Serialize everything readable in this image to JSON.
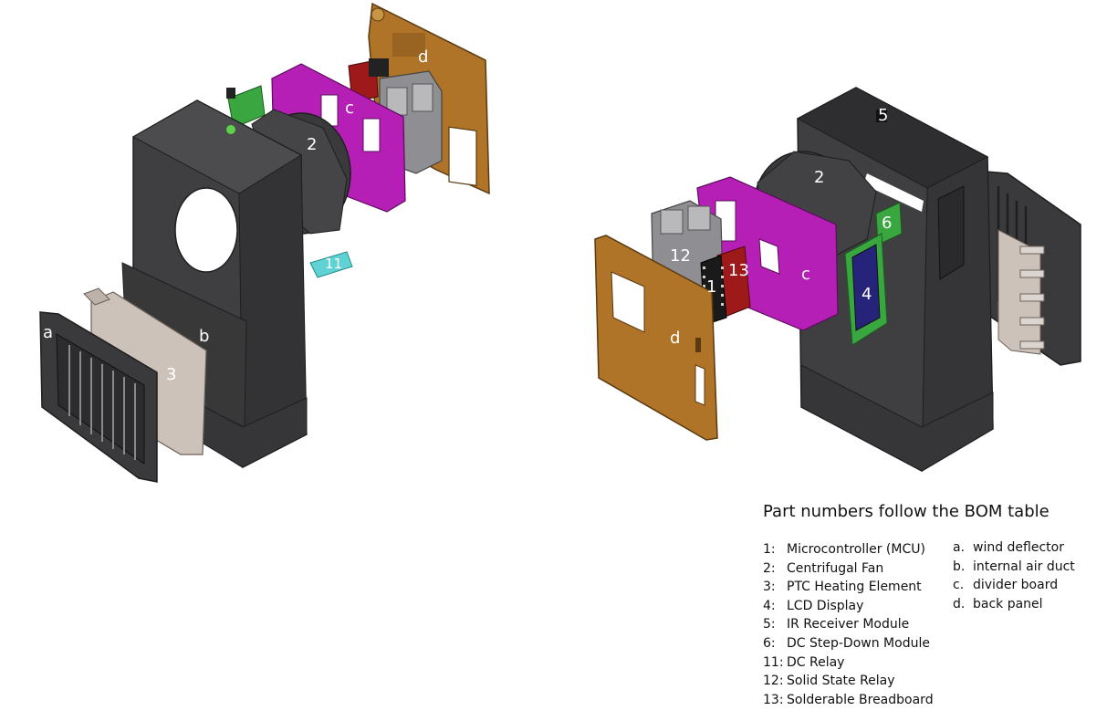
{
  "colors": {
    "housing": "#3f3f41",
    "housing_edge": "#1e1e1f",
    "divider_board": "#b51fb5",
    "back_panel": "#b07428",
    "relay_red": "#9e1a1a",
    "ssr_gray": "#8f8f93",
    "dc_relay_cyan": "#5fd3d3",
    "stepdown_green": "#3aa640",
    "ptc_element": "#cdc2ba",
    "lcd_screen": "#26237a"
  },
  "left_view": {
    "labels": {
      "a": "a",
      "b": "b",
      "c": "c",
      "d": "d",
      "p2": "2",
      "p3": "3",
      "p11": "11"
    }
  },
  "right_view": {
    "labels": {
      "c": "c",
      "d": "d",
      "p1": "1",
      "p2": "2",
      "p4": "4",
      "p5": "5",
      "p6": "6",
      "p12": "12",
      "p13": "13"
    }
  },
  "legend": {
    "title": "Part numbers follow the BOM table",
    "parts": [
      {
        "num": "1:",
        "name": "Microcontroller (MCU)"
      },
      {
        "num": "2:",
        "name": "Centrifugal Fan"
      },
      {
        "num": "3:",
        "name": "PTC Heating Element"
      },
      {
        "num": "4:",
        "name": "LCD Display"
      },
      {
        "num": "5:",
        "name": "IR Receiver Module"
      },
      {
        "num": "6:",
        "name": "DC Step-Down Module"
      },
      {
        "num": "11:",
        "name": "DC Relay"
      },
      {
        "num": "12:",
        "name": "Solid State Relay"
      },
      {
        "num": "13:",
        "name": "Solderable Breadboard"
      }
    ],
    "assemblies": [
      {
        "letter": "a.",
        "name": "wind deflector"
      },
      {
        "letter": "b.",
        "name": "internal air duct"
      },
      {
        "letter": "c.",
        "name": "divider board"
      },
      {
        "letter": "d.",
        "name": "back panel"
      }
    ]
  }
}
